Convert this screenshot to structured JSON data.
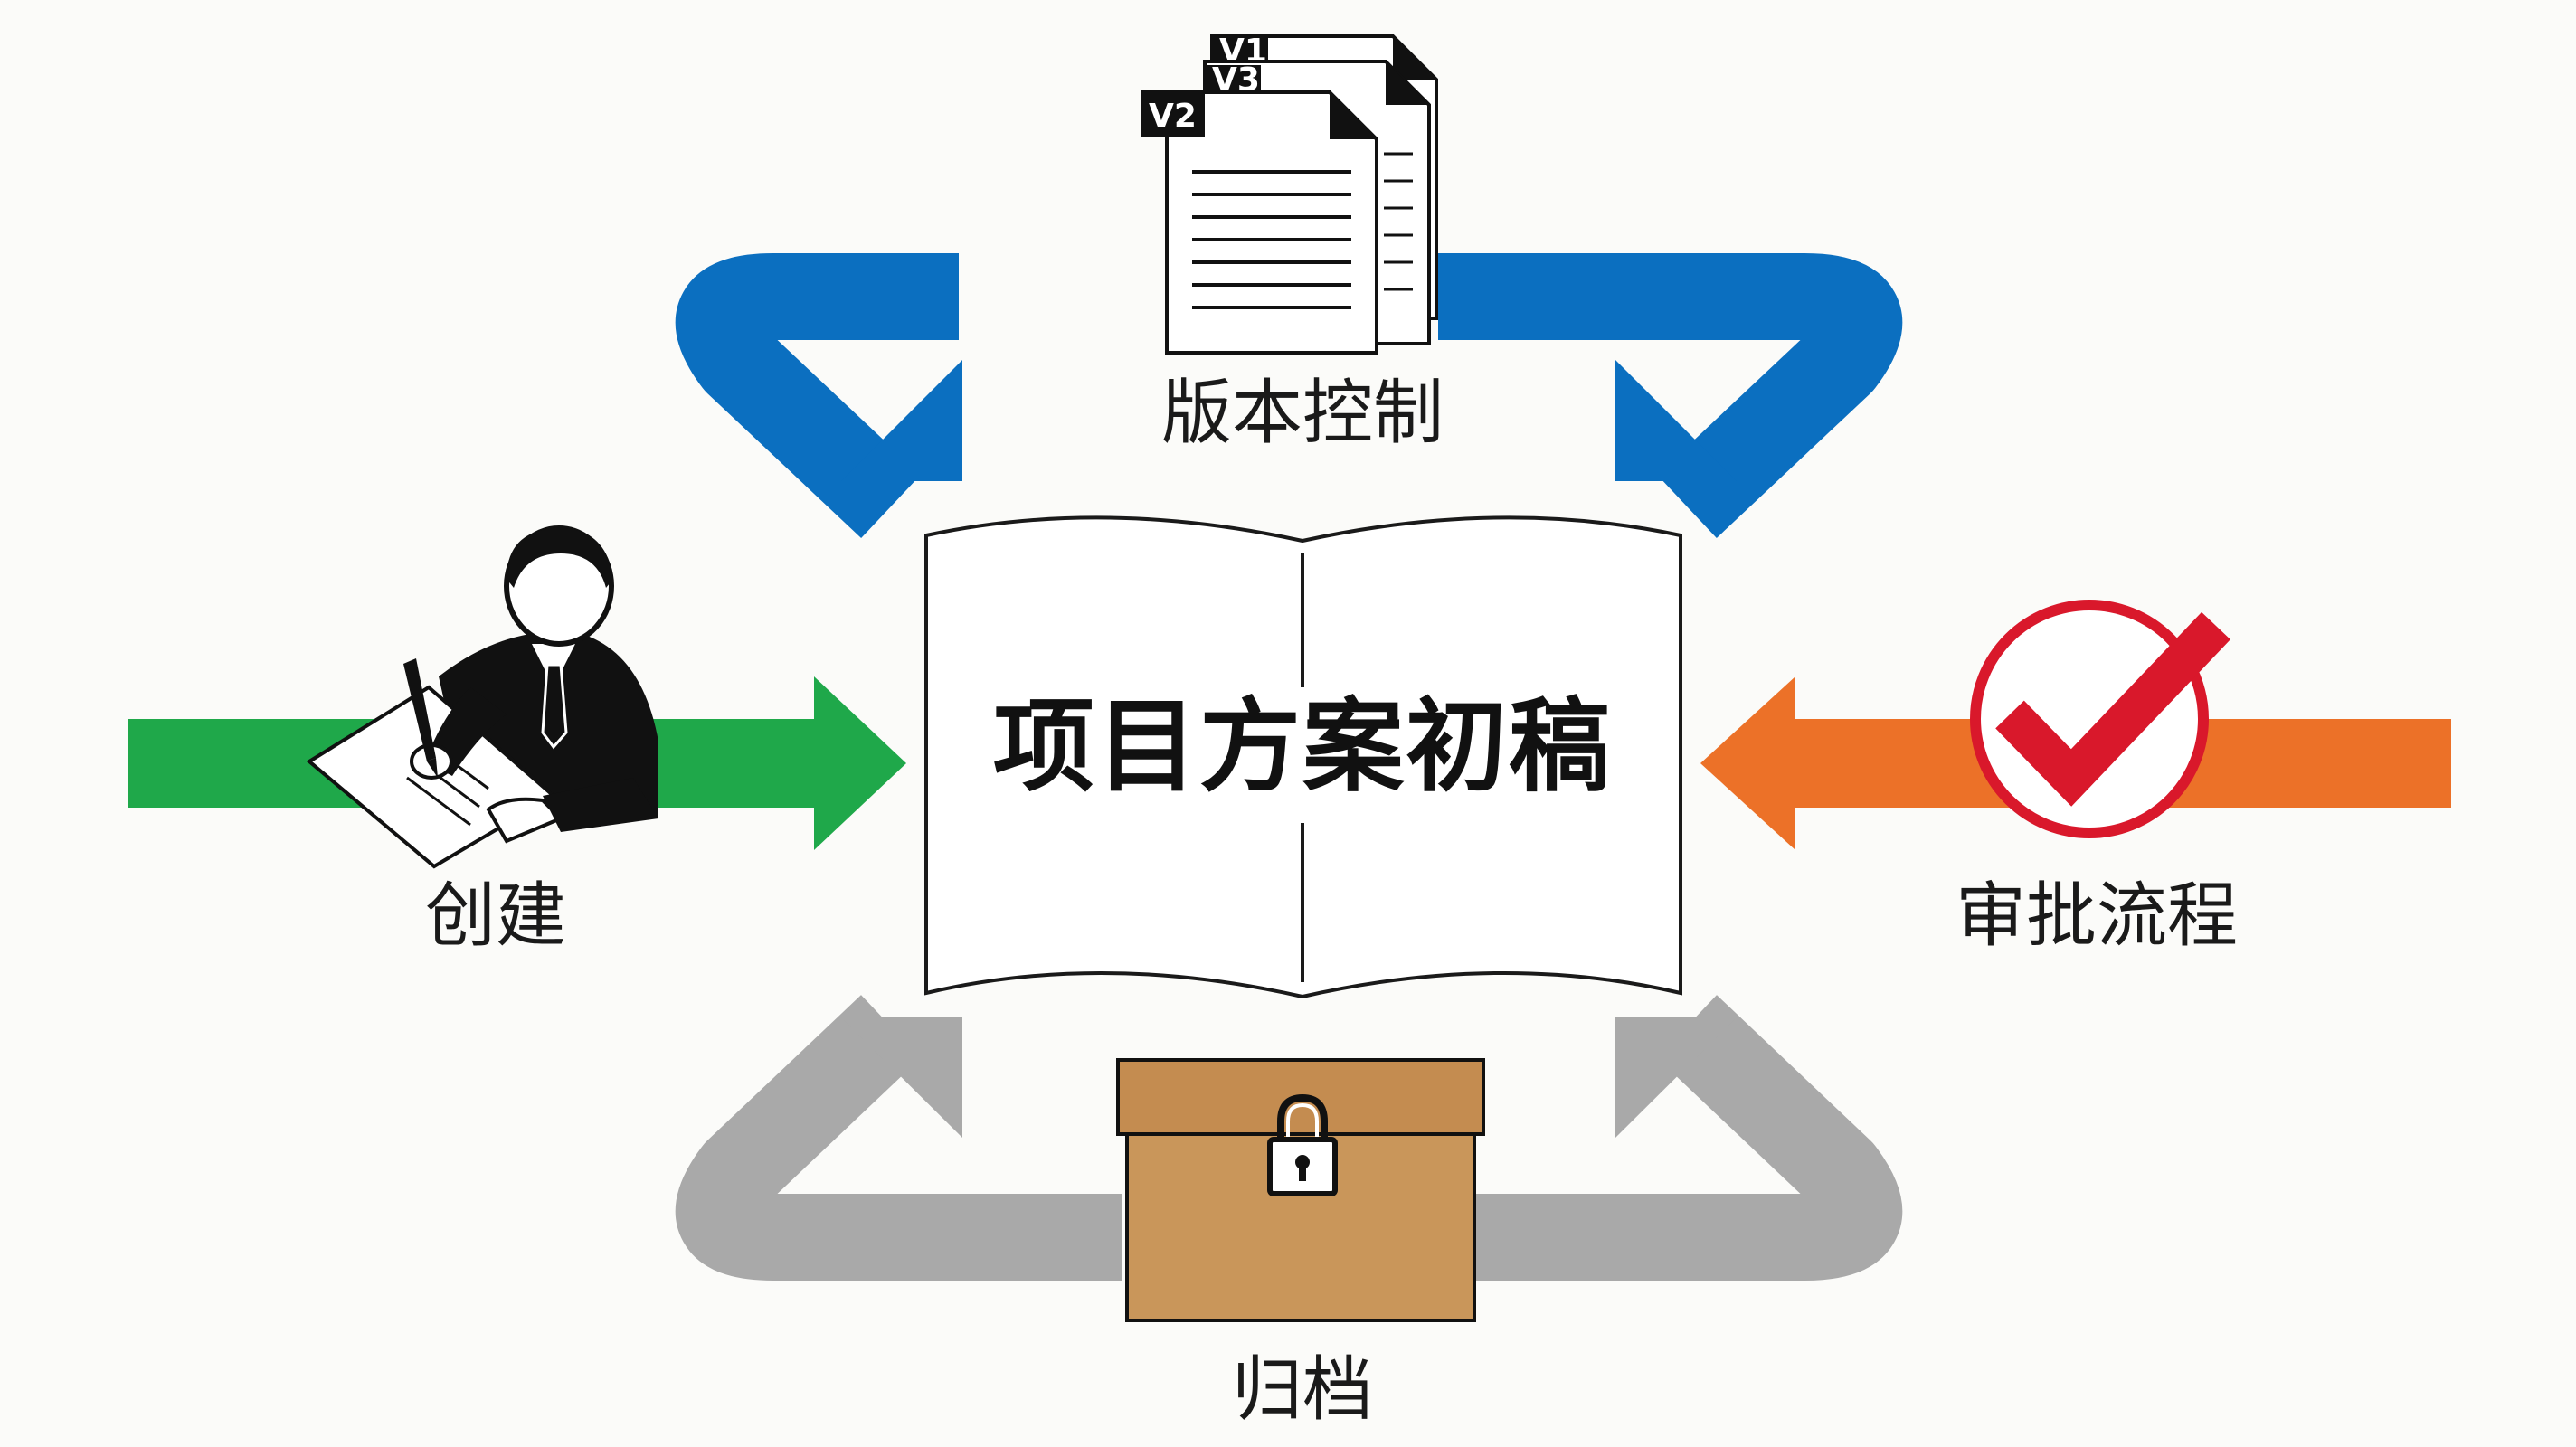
{
  "center": {
    "title": "项目方案初稿"
  },
  "stages": {
    "version_control": "版本控制",
    "create": "创建",
    "approval": "审批流程",
    "archive": "归档"
  },
  "version_tags": {
    "v1": "V1",
    "v3": "V3",
    "v2": "V2"
  },
  "colors": {
    "version_control": "#0b6fc0",
    "create": "#1fa84a",
    "approval": "#ec7128",
    "archive": "#a9a9a9",
    "check": "#d9182b",
    "box": "#c9965a"
  }
}
